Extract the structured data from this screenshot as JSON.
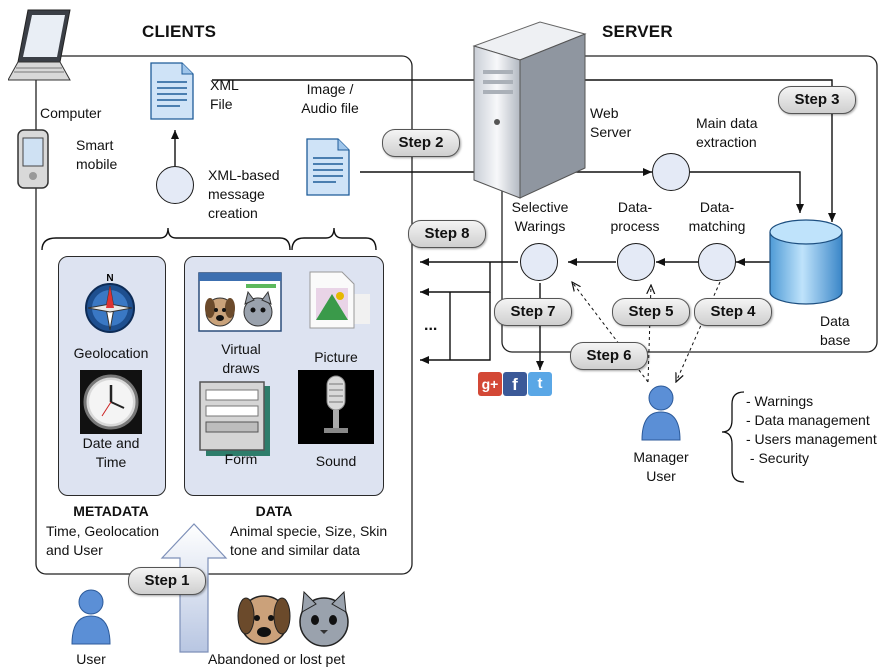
{
  "clients": {
    "heading": "CLIENTS",
    "computer": "Computer",
    "smart_mobile": [
      "Smart",
      "mobile"
    ],
    "xml_file": [
      "XML",
      "File"
    ],
    "image_audio_file": [
      "Image /",
      "Audio file"
    ],
    "xml_message_creation": [
      "XML-based",
      "message",
      "creation"
    ],
    "metadata": {
      "heading": "METADATA",
      "geolocation": "Geolocation",
      "date_time": [
        "Date and",
        "Time"
      ],
      "description": [
        "Time, Geolocation",
        "and User"
      ]
    },
    "data": {
      "heading": "DATA",
      "virtual_draws": [
        "Virtual",
        "draws"
      ],
      "picture": "Picture",
      "form": "Form",
      "sound": "Sound",
      "description": [
        "Animal specie, Size, Skin",
        "tone and similar data"
      ]
    },
    "ellipsis": "..."
  },
  "server": {
    "heading": "SERVER",
    "web_server": [
      "Web",
      "Server"
    ],
    "main_data_extraction": [
      "Main data",
      "extraction"
    ],
    "selective_warnings": [
      "Selective",
      "Warings"
    ],
    "data_process": [
      "Data-",
      "process"
    ],
    "data_matching": [
      "Data-",
      "matching"
    ],
    "database": [
      "Data",
      "base"
    ]
  },
  "steps": [
    "Step 1",
    "Step 2",
    "Step 3",
    "Step 4",
    "Step 5",
    "Step 6",
    "Step 7",
    "Step 8"
  ],
  "social_icons": [
    "google-plus",
    "facebook",
    "twitter"
  ],
  "manager": {
    "label": [
      "Manager",
      "User"
    ],
    "duties": [
      "- Warnings",
      "- Data management",
      "- Users management",
      " - Security"
    ]
  },
  "user": {
    "label": "User"
  },
  "pet": {
    "label": "Abandoned or lost pet"
  },
  "colors": {
    "panel_fill": "#dde3f1",
    "process_fill": "#e4eaf6",
    "step_fill": "#dcdcdc",
    "facebook": "#3b5998",
    "google_plus": "#d34836",
    "twitter": "#5aa7e6",
    "person": "#5b8fd6"
  }
}
